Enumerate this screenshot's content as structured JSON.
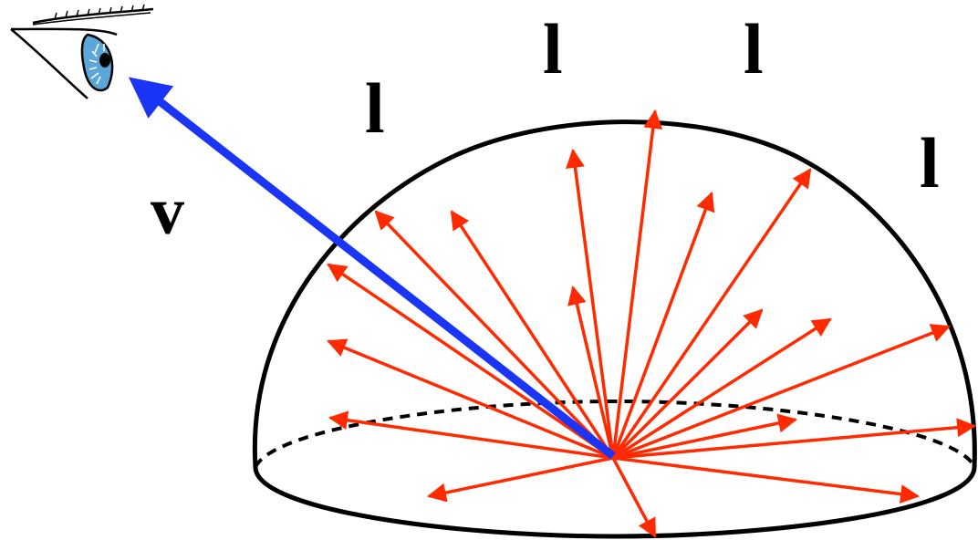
{
  "diagram": {
    "light_labels": [
      "l",
      "l",
      "l",
      "l"
    ],
    "view_label": "v",
    "colors": {
      "background": "#ffffff",
      "hemisphere_outline": "#000000",
      "light_rays": "#ff2a00",
      "view_vector": "#1a35f5",
      "eye_iris": "#5aa7d8",
      "eye_pupil": "#000000"
    },
    "icons": {
      "viewer": "eye-icon"
    }
  }
}
